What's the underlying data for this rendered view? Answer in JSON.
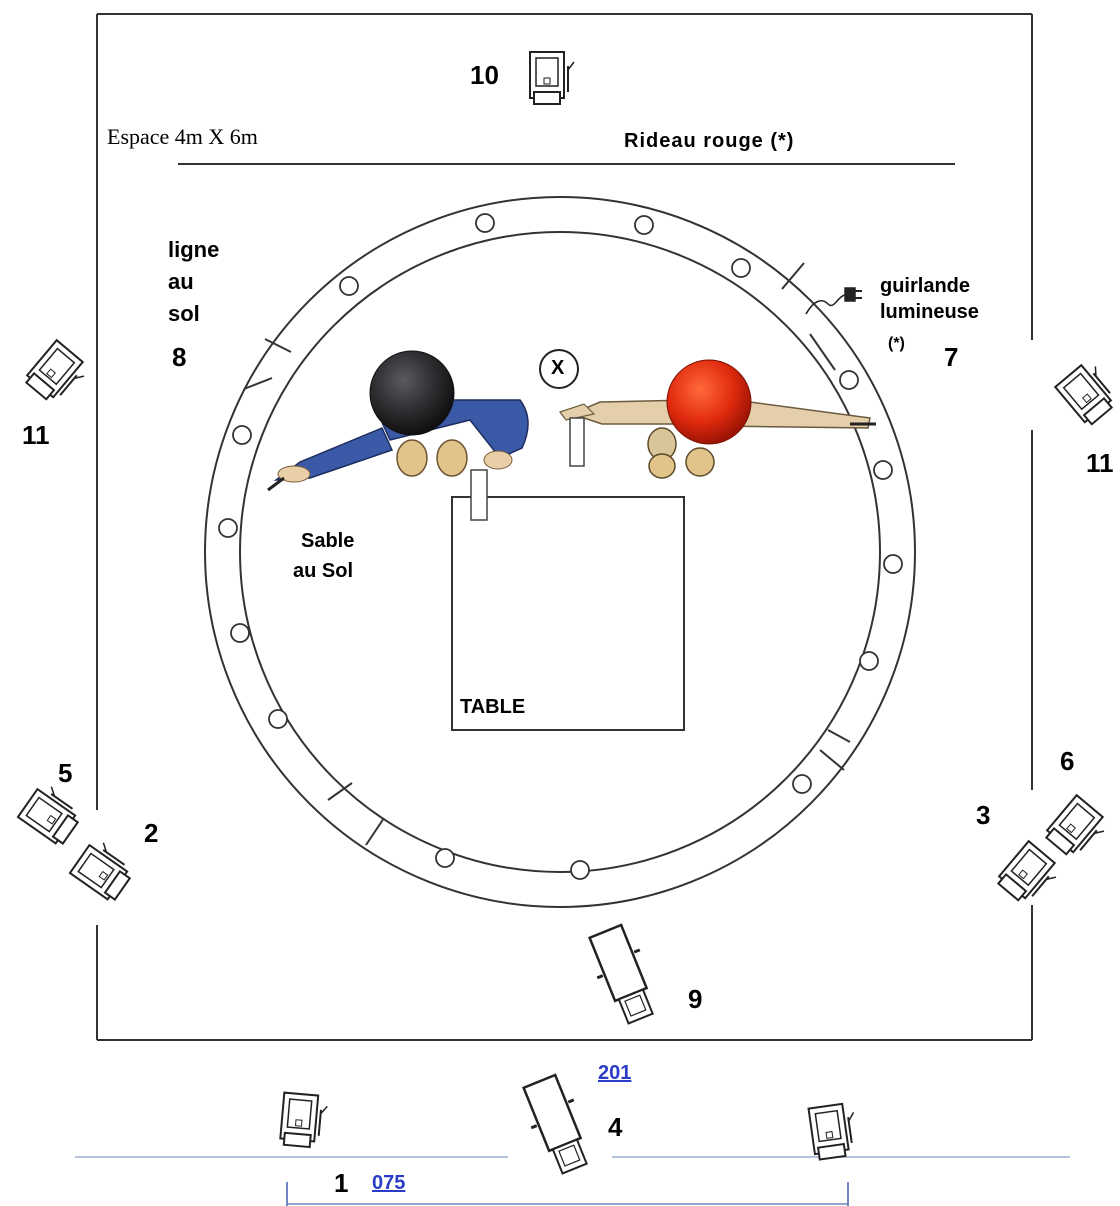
{
  "labels": {
    "space": "Espace 4m X 6m",
    "curtain": "Rideau rouge  (*)",
    "floor_line": [
      "ligne",
      "au",
      "sol"
    ],
    "sand": [
      "Sable",
      "au Sol"
    ],
    "garland": [
      "guirlande",
      "lumineuse",
      "(*)"
    ],
    "table": "TABLE",
    "mark": "X"
  },
  "positions": {
    "n1": "1",
    "n2": "2",
    "n3": "3",
    "n4": "4",
    "n5": "5",
    "n6": "6",
    "n7": "7",
    "n8": "8",
    "n9": "9",
    "n10": "10",
    "n11_left": "11",
    "n11_right": "11"
  },
  "links": {
    "link_201": "201",
    "link_075": "075"
  },
  "colors": {
    "line": "#333333",
    "guide": "#9aaed0",
    "red_head": "#e12a0e",
    "dark_head": "#2b2b2e",
    "jacket": "#3a5aa8",
    "link": "#2a3cc8"
  }
}
